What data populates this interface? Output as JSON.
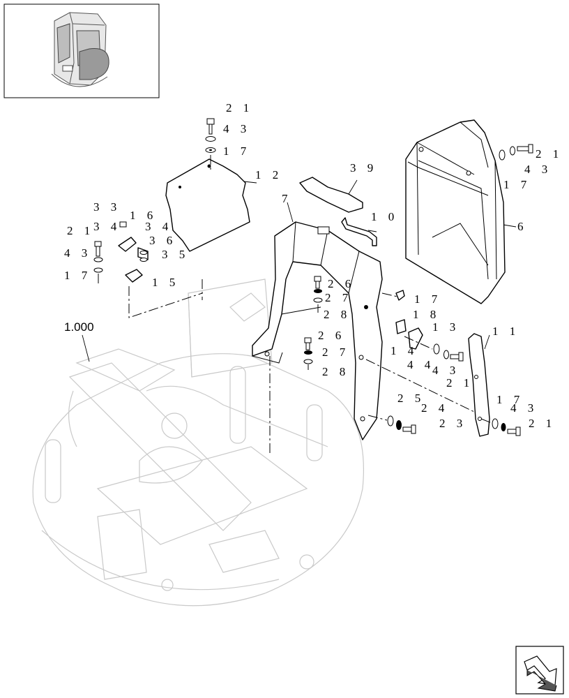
{
  "reference_label": "1.000",
  "callouts": [
    {
      "id": "c1",
      "text": "2 1"
    },
    {
      "id": "c2",
      "text": "4 3"
    },
    {
      "id": "c3",
      "text": "1 7"
    },
    {
      "id": "c4",
      "text": "1 2"
    },
    {
      "id": "c5",
      "text": "3 9"
    },
    {
      "id": "c6",
      "text": "7"
    },
    {
      "id": "c7",
      "text": "1 0"
    },
    {
      "id": "c8",
      "text": "2 1"
    },
    {
      "id": "c9",
      "text": "4 3"
    },
    {
      "id": "c10",
      "text": "1 7"
    },
    {
      "id": "c11",
      "text": "6"
    },
    {
      "id": "c12",
      "text": "3 3"
    },
    {
      "id": "c13",
      "text": "1 6"
    },
    {
      "id": "c14",
      "text": "3 4"
    },
    {
      "id": "c15",
      "text": "3 4"
    },
    {
      "id": "c16",
      "text": "2 1"
    },
    {
      "id": "c17",
      "text": "3 6"
    },
    {
      "id": "c18",
      "text": "4 3"
    },
    {
      "id": "c19",
      "text": "3 5"
    },
    {
      "id": "c20",
      "text": "1 7"
    },
    {
      "id": "c21",
      "text": "1 5"
    },
    {
      "id": "c22",
      "text": "2 6"
    },
    {
      "id": "c23",
      "text": "2 7"
    },
    {
      "id": "c24",
      "text": "2 8"
    },
    {
      "id": "c25",
      "text": "1 7"
    },
    {
      "id": "c26",
      "text": "1 8"
    },
    {
      "id": "c27",
      "text": "1 3"
    },
    {
      "id": "c28",
      "text": "1 4"
    },
    {
      "id": "c29",
      "text": "4 4"
    },
    {
      "id": "c30",
      "text": "4 3"
    },
    {
      "id": "c31",
      "text": "2 1"
    },
    {
      "id": "c32",
      "text": "1 1"
    },
    {
      "id": "c33",
      "text": "2 6"
    },
    {
      "id": "c34",
      "text": "2 7"
    },
    {
      "id": "c35",
      "text": "2 8"
    },
    {
      "id": "c36",
      "text": "2 5"
    },
    {
      "id": "c37",
      "text": "2 4"
    },
    {
      "id": "c38",
      "text": "2 3"
    },
    {
      "id": "c39",
      "text": "1 7"
    },
    {
      "id": "c40",
      "text": "4 3"
    },
    {
      "id": "c41",
      "text": "2 1"
    }
  ],
  "icons": {
    "thumbnail": "cab-thumbnail-icon",
    "nav": "next-page-arrow-icon"
  }
}
